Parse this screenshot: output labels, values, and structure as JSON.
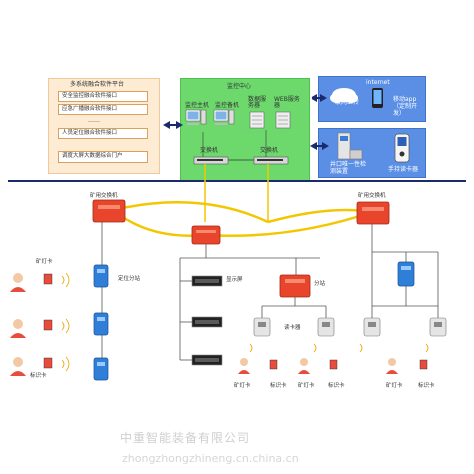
{
  "platform": {
    "title": "多系统融合软件平台",
    "items": [
      "安全监控融合软件接口",
      "应急广播融合软件接口",
      "……",
      "人员定位融合软件接口"
    ],
    "portal": "调度大屏大数据综合门户"
  },
  "monitor_center": {
    "title": "监控中心",
    "host": "监控主机",
    "backup": "监控备机",
    "db_server": "数据服务器",
    "web_server": "WEB服务器",
    "switch_left": "交换机",
    "switch_right": "交换机"
  },
  "internet_panel": {
    "internet": "internet",
    "cloud": "联网上传",
    "mobile": "移动app（定制开发）"
  },
  "detect_panel": {
    "gate": "井口唯一性检测装置",
    "reader": "手持读卡器"
  },
  "mine": {
    "switch_left": "矿用交换机",
    "switch_right": "矿用交换机",
    "display": "显示屏",
    "substation": "分站",
    "locator_left": "定位分站",
    "reader_label": "读卡器",
    "miner_card": "矿灯卡",
    "id_card": "标识卡"
  },
  "watermark": {
    "company": "中重智能装备有限公司",
    "url": "zhongzhongzhineng.cn.china.cn"
  },
  "colors": {
    "panel_orange": "#fdebd3",
    "panel_green": "#6dd96d",
    "panel_blue": "#5b8fe6",
    "fiber": "#f2c700",
    "device_red": "#e8452c",
    "device_blue": "#2f7fd8"
  }
}
